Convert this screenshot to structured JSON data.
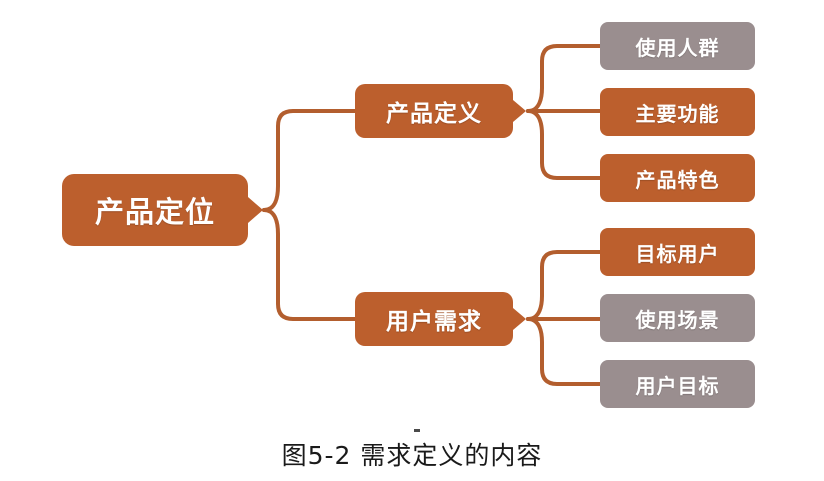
{
  "diagram": {
    "type": "mindmap",
    "orientation": "left-to-right",
    "colors": {
      "orange": "#BC5F2D",
      "gray": "#9A8E8F",
      "connector": "#B35E2E",
      "node_text": "#FFFFFF",
      "background": "#FFFFFF",
      "caption_text": "#1A1A1A"
    },
    "root": {
      "label": "产品定位",
      "color": "orange",
      "arrow_icon": "right-arrow-notch"
    },
    "branches": [
      {
        "label": "产品定义",
        "color": "orange",
        "arrow_icon": "right-arrow-notch",
        "children": [
          {
            "label": "使用人群",
            "color": "gray"
          },
          {
            "label": "主要功能",
            "color": "orange"
          },
          {
            "label": "产品特色",
            "color": "orange"
          }
        ]
      },
      {
        "label": "用户需求",
        "color": "orange",
        "arrow_icon": "right-arrow-notch",
        "children": [
          {
            "label": "目标用户",
            "color": "orange"
          },
          {
            "label": "使用场景",
            "color": "gray"
          },
          {
            "label": "用户目标",
            "color": "gray"
          }
        ]
      }
    ]
  },
  "caption": {
    "text": "图5-2 需求定义的内容"
  }
}
